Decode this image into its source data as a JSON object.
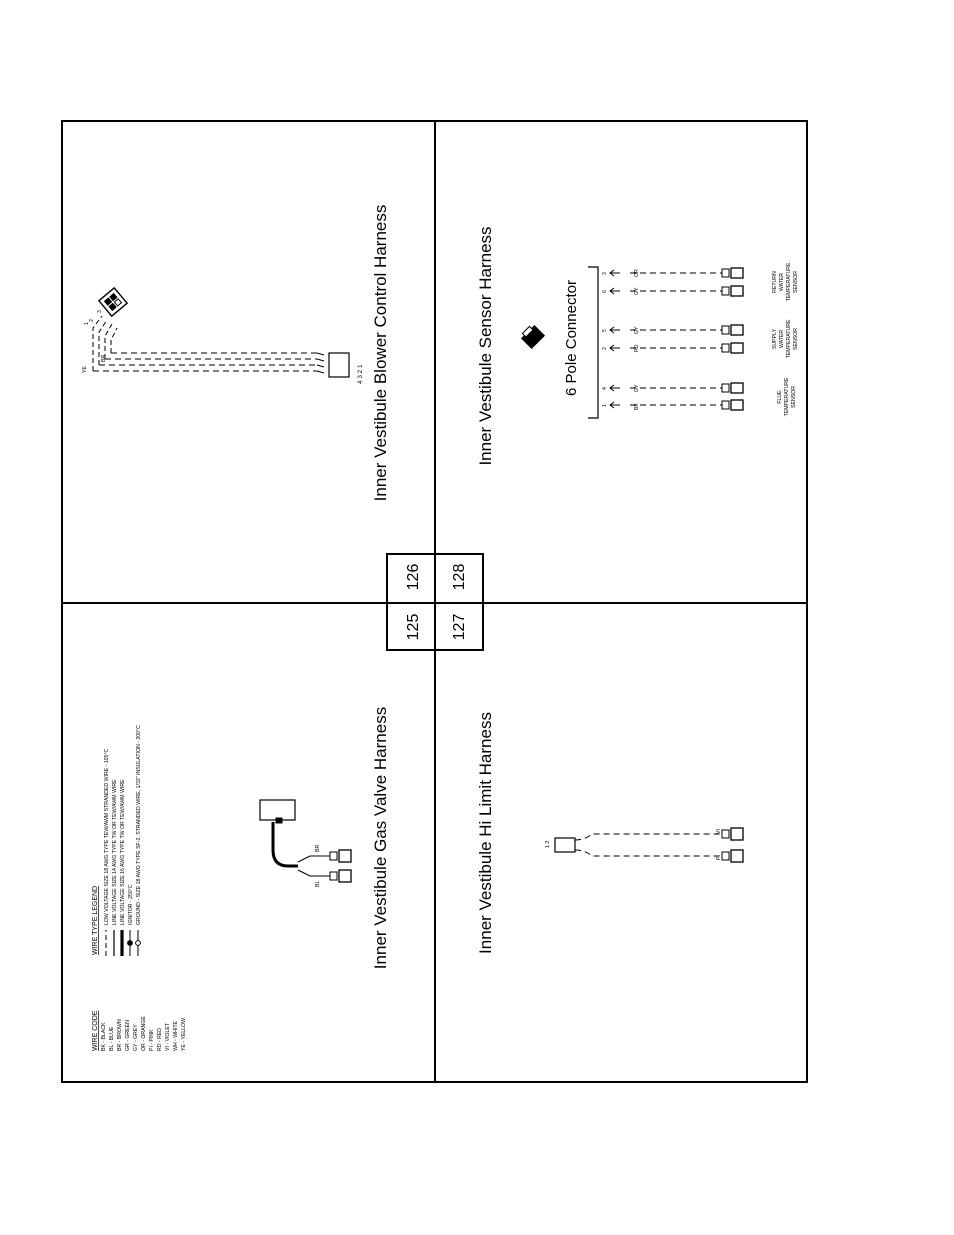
{
  "panels": {
    "blower": {
      "title": "Inner Vestibule Blower Control Harness",
      "wire_labels": [
        "YE",
        "BR",
        "1",
        "2",
        "3"
      ],
      "pins": "4 3 2 1"
    },
    "sensor": {
      "title": "Inner Vestibule Sensor Harness",
      "connector_label": "6 Pole Connector"
    },
    "gas_valve": {
      "title": "Inner Vestibule Gas Valve Harness",
      "wire_labels": [
        "BL",
        "BR"
      ]
    },
    "hi_limit": {
      "title": "Inner Vestibule Hi Limit Harness",
      "pins": "1 2",
      "wire_labels": [
        "VI",
        "PI"
      ]
    }
  },
  "page_numbers": [
    "125",
    "126",
    "127",
    "128"
  ],
  "sensors": [
    {
      "label": [
        "FLUE",
        "TEMPERATURE",
        "SENSOR"
      ],
      "pins": [
        "1",
        "4"
      ],
      "colors": [
        "BK",
        "GY"
      ]
    },
    {
      "label": [
        "SUPPLY",
        "WATER",
        "TEMPERATURE",
        "SENSOR"
      ],
      "pins": [
        "2",
        "5"
      ],
      "colors": [
        "RD",
        "GY"
      ]
    },
    {
      "label": [
        "RETURN",
        "WATER",
        "TEMPERATURE",
        "SENSOR"
      ],
      "pins": [
        "6",
        "3"
      ],
      "colors": [
        "GY",
        "OR"
      ]
    }
  ],
  "wire_code": {
    "title": "WIRE CODE",
    "entries": [
      "BK - BLACK",
      "BL - BLUE",
      "BR - BROWN",
      "GR - GREEN",
      "GY - GREY",
      "OR - ORANGE",
      "PI - PINK",
      "RD - RED",
      "VI - VIOLET",
      "WH - WHITE",
      "YE - YELLOW"
    ]
  },
  "wire_type_legend": {
    "title": "WIRE TYPE LEGEND",
    "entries": [
      "LOW VOLTAGE SIZE 18 AWG TYPE TEW/AWM STRANDED WIRE - 105°C",
      "LINE VOLTAGE SIZE 14 AWG TYPE TW OR TEW/AWM WIRE",
      "LINE VOLTAGE SIZE 16 AWG TYPE TW OR TEW/AWM WIRE",
      "IGNITOR - 250°C",
      "GROUND - SIZE 18 AWG TYPE SF-2, STRANDED WIRE, 1/32\" INSULATION - 200°C"
    ]
  }
}
